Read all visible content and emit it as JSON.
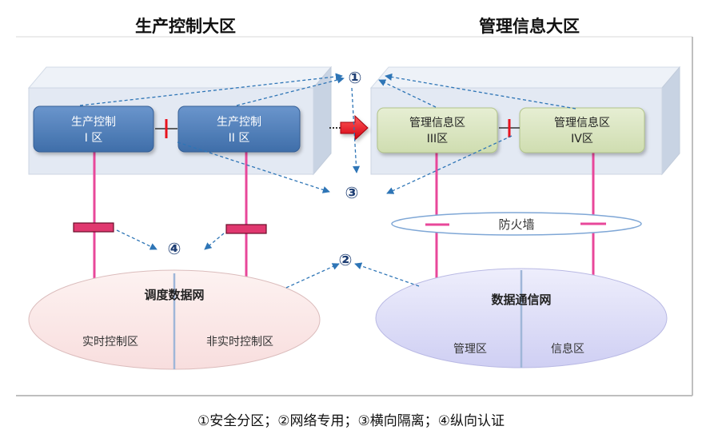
{
  "zones": {
    "production": {
      "title": "生产控制大区"
    },
    "management": {
      "title": "管理信息大区"
    }
  },
  "boxes": {
    "zone1": {
      "line1": "生产控制",
      "line2": "I 区"
    },
    "zone2": {
      "line1": "生产控制",
      "line2": "II 区"
    },
    "zone3": {
      "line1": "管理信息区",
      "line2": "III区"
    },
    "zone4": {
      "line1": "管理信息区",
      "line2": "IV区"
    }
  },
  "firewall": {
    "label": "防火墙"
  },
  "networks": {
    "dispatch": {
      "title": "调度数据网",
      "left": "实时控制区",
      "right": "非实时控制区"
    },
    "datacomm": {
      "title": "数据通信网",
      "left": "管理区",
      "right": "信息区"
    }
  },
  "markers": {
    "m1": "①",
    "m2": "②",
    "m3": "③",
    "m4": "④"
  },
  "caption": "①安全分区；②网络专用；③横向隔离；④纵向认证",
  "colors": {
    "blue_box": "#4a79b5",
    "green_box": "#d7e4bd",
    "pink_line": "#e8479a",
    "arrow_blue": "#2e75b6",
    "red_arrow": "#e8121e"
  }
}
